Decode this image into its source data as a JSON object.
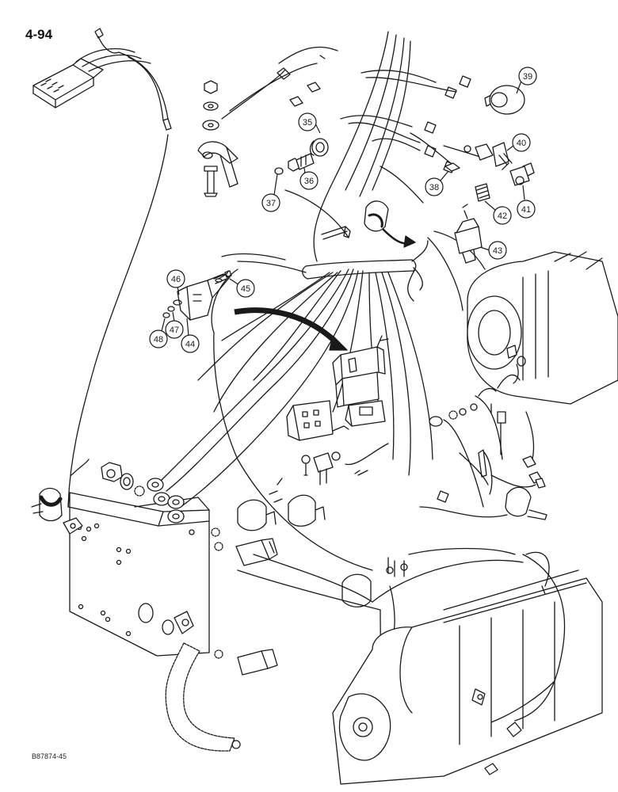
{
  "page": {
    "number": "4-94",
    "figure_code": "B87874-45"
  },
  "callouts": [
    {
      "id": "c35",
      "label": "35"
    },
    {
      "id": "c36",
      "label": "36"
    },
    {
      "id": "c37",
      "label": "37"
    },
    {
      "id": "c38",
      "label": "38"
    },
    {
      "id": "c39",
      "label": "39"
    },
    {
      "id": "c40",
      "label": "40"
    },
    {
      "id": "c41",
      "label": "41"
    },
    {
      "id": "c42",
      "label": "42"
    },
    {
      "id": "c43",
      "label": "43"
    },
    {
      "id": "c44",
      "label": "44"
    },
    {
      "id": "c45",
      "label": "45"
    },
    {
      "id": "c46",
      "label": "46"
    },
    {
      "id": "c47",
      "label": "47"
    },
    {
      "id": "c48",
      "label": "48"
    }
  ],
  "colors": {
    "ink": "#1a1a1a",
    "paper": "#ffffff"
  }
}
